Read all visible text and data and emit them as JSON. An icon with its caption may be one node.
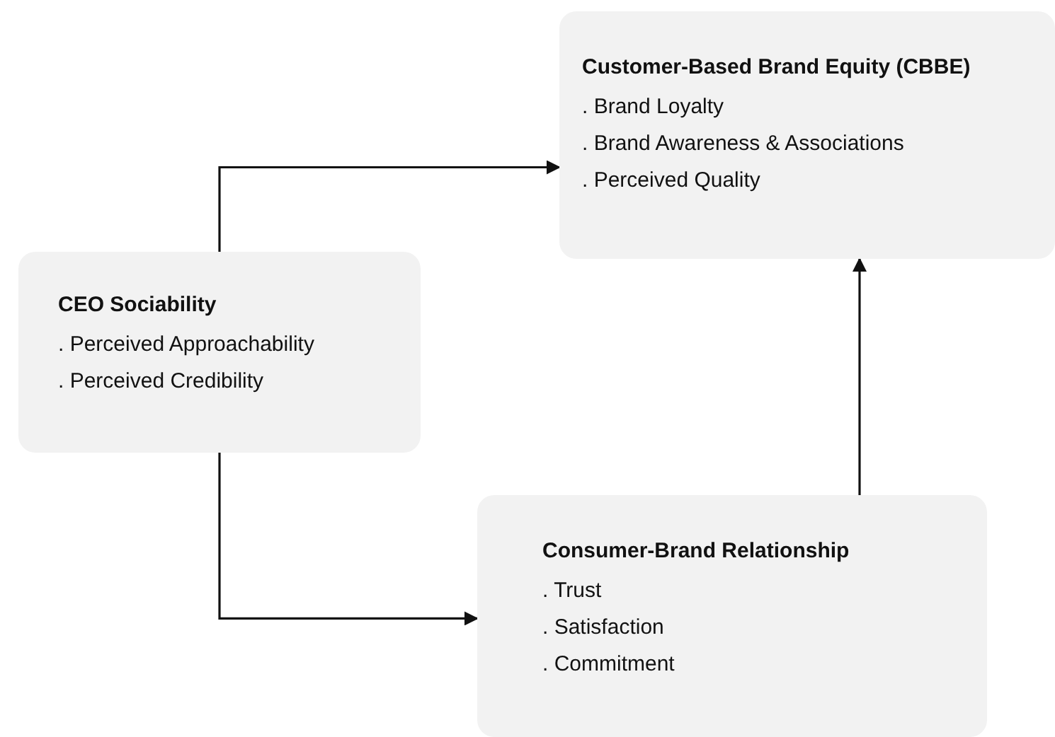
{
  "diagram": {
    "nodes": [
      {
        "text": [
          "CEO Sociability",
          ". Perceived Approachability",
          ". Perceived Credibility"
        ]
      },
      {
        "text": [
          "Customer-Based Brand Equity (CBBE)",
          ". Brand Loyalty",
          ". Brand Awareness & Associations",
          ". Perceived Quality"
        ]
      },
      {
        "text": [
          "Consumer-Brand Relationship",
          ". Trust",
          ". Satisfaction",
          ". Commitment"
        ]
      }
    ],
    "edges": [
      {
        "from": 0,
        "to": 1,
        "arrow": "to"
      },
      {
        "from": 0,
        "to": 2,
        "arrow": "to"
      },
      {
        "from": 2,
        "to": 1,
        "arrow": "to"
      }
    ]
  }
}
